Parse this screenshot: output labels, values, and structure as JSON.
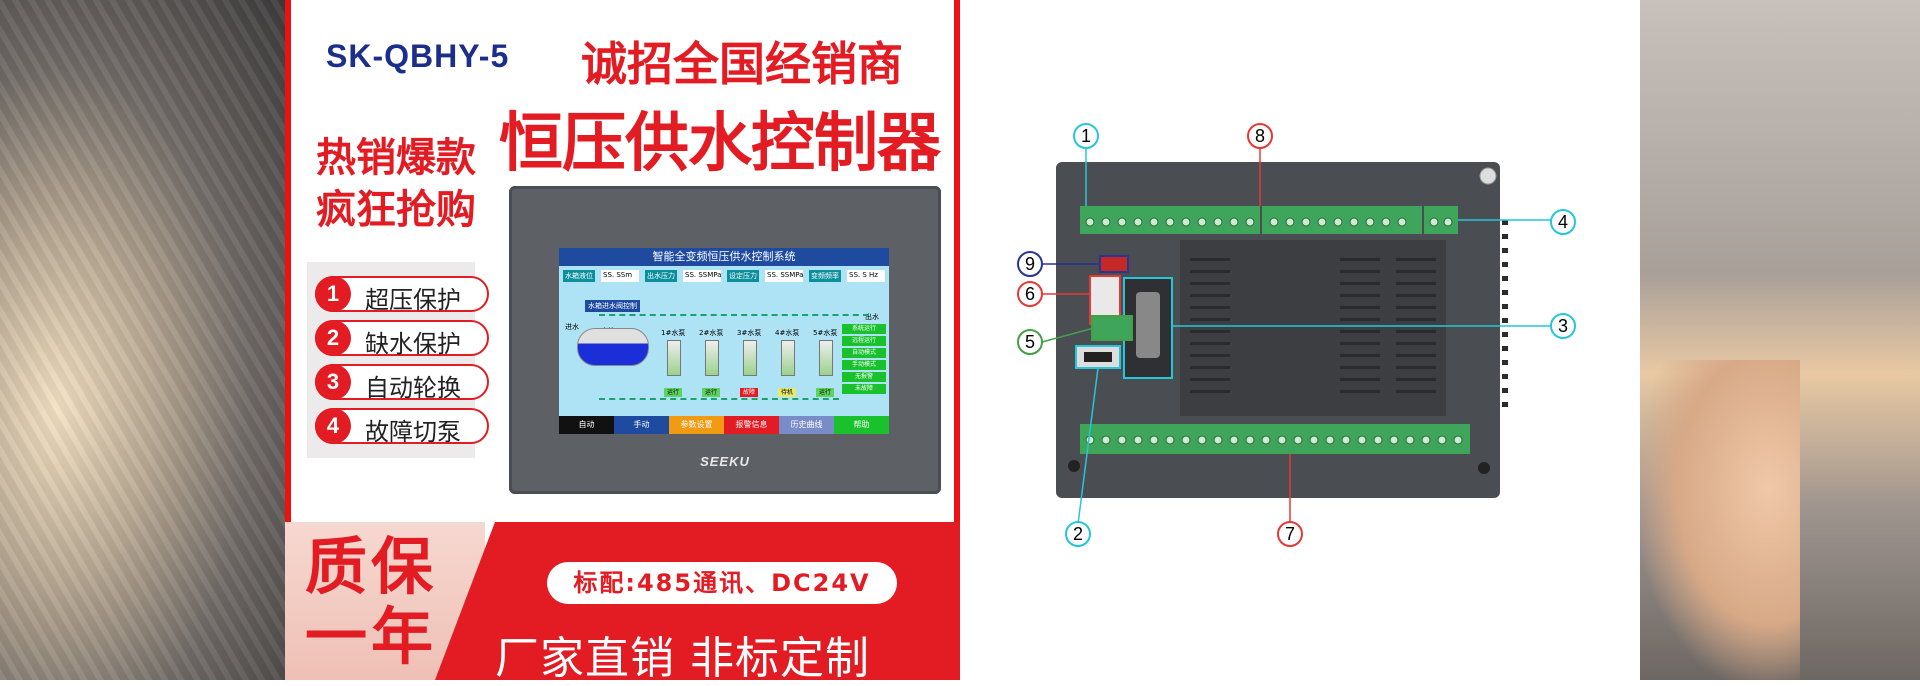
{
  "poster": {
    "model": "SK-QBHY-5",
    "headline_1": "诚招全国经销商",
    "headline_2": "恒压供水控制器",
    "hot_sale_line1": "热销爆款",
    "hot_sale_line2": "疯狂抢购",
    "features": [
      {
        "num": "1",
        "label": "超压保护"
      },
      {
        "num": "2",
        "label": "缺水保护"
      },
      {
        "num": "3",
        "label": "自动轮换"
      },
      {
        "num": "4",
        "label": "故障切泵"
      }
    ],
    "warranty_line1": "质保",
    "warranty_line2": "一年",
    "spec": "标配:485通讯、DC24V",
    "slogan": "厂家直销  非标定制"
  },
  "hmi": {
    "brand": "SEEKU",
    "screen_title": "智能全变频恒压供水控制系统",
    "readouts": [
      {
        "label": "水箱液位",
        "value": "SS. SSm"
      },
      {
        "label": "出水压力",
        "value": "SS. SSMPa"
      },
      {
        "label": "设定压力",
        "value": "SS. SSMPa"
      },
      {
        "label": "变频频率",
        "value": "SS. S Hz"
      }
    ],
    "valve_label": "水箱进水阀控制",
    "inlet_label": "进水",
    "tank_label": "水箱",
    "outlet_label": "出水",
    "pumps": [
      {
        "label": "1#水泵",
        "state": "运行"
      },
      {
        "label": "2#水泵",
        "state": "运行"
      },
      {
        "label": "3#水泵",
        "state": "故障"
      },
      {
        "label": "4#水泵",
        "state": "待机"
      },
      {
        "label": "5#水泵",
        "state": "运行"
      }
    ],
    "status_items": [
      "系统运行",
      "远程运行",
      "自动模式",
      "手动模式",
      "无报警",
      "未故障"
    ],
    "nav": [
      {
        "label": "自动",
        "color": "#111111"
      },
      {
        "label": "手动",
        "color": "#1e4aa0"
      },
      {
        "label": "参数设置",
        "color": "#f29b12"
      },
      {
        "label": "报警信息",
        "color": "#e31b23"
      },
      {
        "label": "历史曲线",
        "color": "#7a8cc8"
      },
      {
        "label": "帮助",
        "color": "#19c22c"
      }
    ]
  },
  "diagram": {
    "callouts": [
      "1",
      "2",
      "3",
      "4",
      "5",
      "6",
      "7",
      "8",
      "9"
    ],
    "colors": {
      "cyan": "#26c6da",
      "red": "#e53935",
      "green": "#43a047",
      "blue": "#283593",
      "terminal": "#3fa55a"
    }
  }
}
